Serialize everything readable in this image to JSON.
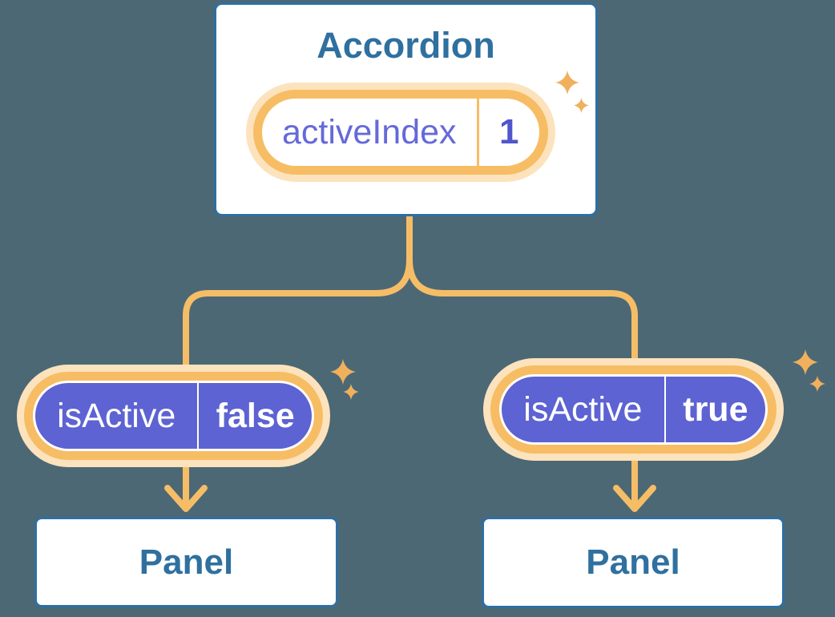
{
  "colors": {
    "background": "#4c6874",
    "connector_orange": "#f6bd67",
    "pill_ring_orange": "#f7bd64",
    "pill_glow": "#fce3bd",
    "pill_purple": "#5d63d2",
    "card_border_blue": "#2e6fa3",
    "heading_blue": "#2f709f",
    "state_text_purple": "#6569d9",
    "sparkle_orange": "#f0b05c",
    "white": "#ffffff"
  },
  "accordion": {
    "title": "Accordion",
    "state": {
      "name": "activeIndex",
      "value": "1"
    }
  },
  "branches": [
    {
      "prop": {
        "name": "isActive",
        "value": "false"
      },
      "panel": "Panel"
    },
    {
      "prop": {
        "name": "isActive",
        "value": "true"
      },
      "panel": "Panel"
    }
  ]
}
